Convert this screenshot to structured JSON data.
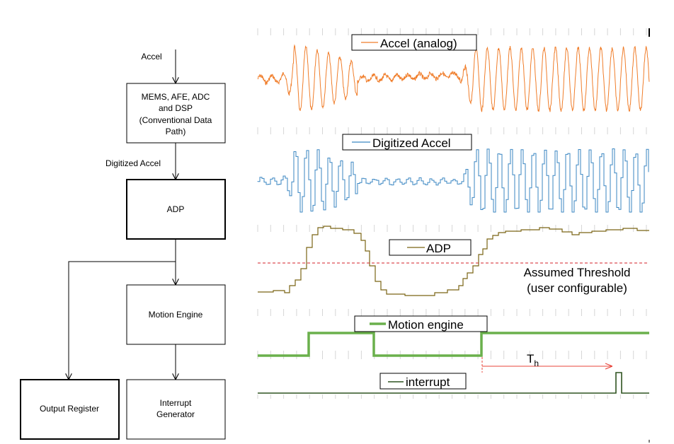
{
  "block_diagram": {
    "input_label": "Accel",
    "mems_block": [
      "MEMS, AFE, ADC",
      "and DSP",
      "(Conventional Data",
      "Path)"
    ],
    "digitized_label": "Digitized Accel",
    "adp_block": "ADP",
    "motion_block": "Motion Engine",
    "output_block": "Output Register",
    "interrupt_block": [
      "Interrupt",
      "Generator"
    ]
  },
  "waveforms": {
    "accel_legend": "Accel (analog)",
    "digitized_legend": "Digitized Accel",
    "adp_legend": "ADP",
    "threshold_label": [
      "Assumed Threshold",
      "(user configurable)"
    ],
    "motion_legend": "Motion engine",
    "interrupt_legend": "interrupt",
    "th_label": "T",
    "th_sub": "h"
  },
  "colors": {
    "accel": "#f07d2a",
    "digitized": "#3a86c2",
    "adp": "#7a6414",
    "threshold": "#d4202a",
    "motion": "#6ab04c",
    "interrupt": "#2f5320",
    "th_arrow": "#e8443a"
  }
}
